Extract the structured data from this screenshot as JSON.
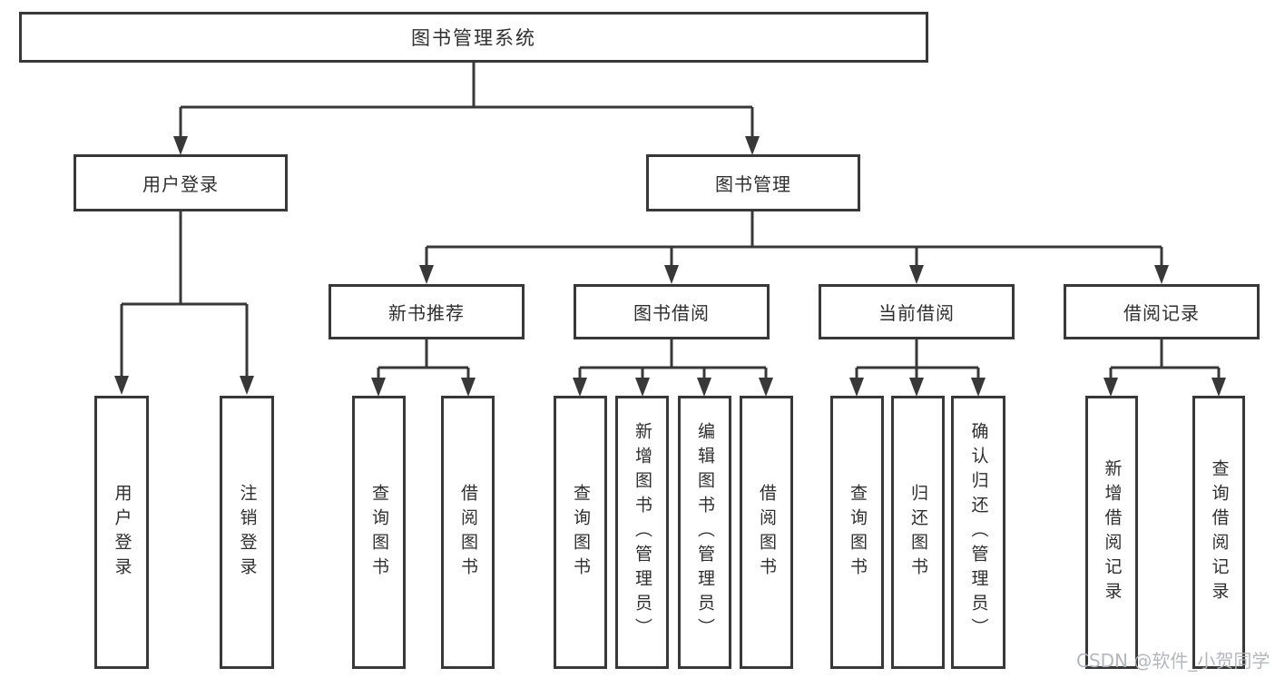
{
  "diagram": {
    "title_node": "图书管理系统",
    "nodes": {
      "root": "图书管理系统",
      "user_login": "用户登录",
      "book_mgmt": "图书管理",
      "new_book_rec": "新书推荐",
      "book_borrow": "图书借阅",
      "current_borrow": "当前借阅",
      "borrow_records": "借阅记录",
      "leaf_user_login": "用户登录",
      "leaf_logout": "注销登录",
      "leaf_query_book_1": "查询图书",
      "leaf_borrow_book_1": "借阅图书",
      "leaf_query_book_2": "查询图书",
      "leaf_add_book": "新增图书（管理员）",
      "leaf_edit_book": "编辑图书（管理员）",
      "leaf_borrow_book_2": "借阅图书",
      "leaf_query_book_3": "查询图书",
      "leaf_return_book": "归还图书",
      "leaf_confirm_return": "确认归还（管理员）",
      "leaf_add_record": "新增借阅记录",
      "leaf_query_record": "查询借阅记录"
    },
    "colors": {
      "line": "#383838",
      "box_fill": "#ffffff",
      "text": "#2f2f2f",
      "watermark": "#b0b4ba"
    }
  },
  "watermark": "CSDN @软件_小贺同学"
}
